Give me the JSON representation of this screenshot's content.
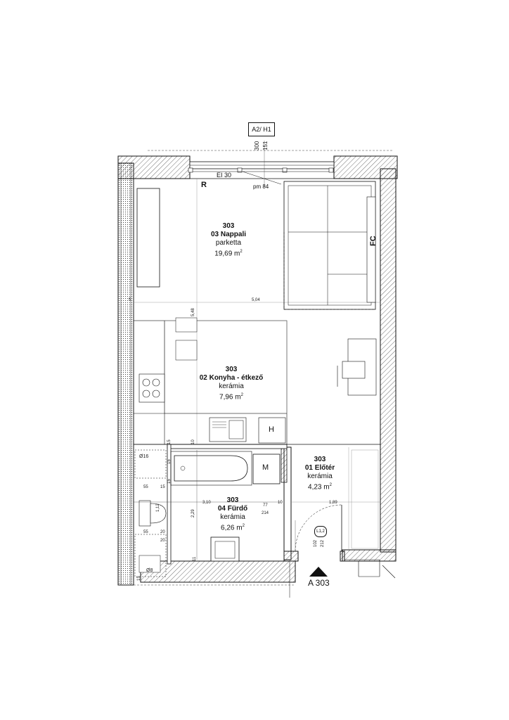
{
  "top_marker": {
    "label": "A2/ H1",
    "dims": [
      "300",
      "151"
    ]
  },
  "window_tag": "EI 30",
  "window_note": "pm 84",
  "mark_r": "R",
  "mark_fc": "FC",
  "mark_h": "H",
  "mark_m": "M",
  "rooms": [
    {
      "id": "nappali",
      "number": "303",
      "name": "03 Nappali",
      "material": "parketta",
      "area": "19,69 m",
      "sup": "2"
    },
    {
      "id": "konyha",
      "number": "303",
      "name": "02 Konyha - étkező",
      "material": "kerámia",
      "area": "7,96 m",
      "sup": "2"
    },
    {
      "id": "eloter",
      "number": "303",
      "name": "01 Előtér",
      "material": "kerámia",
      "area": "4,23 m",
      "sup": "2"
    },
    {
      "id": "furdo",
      "number": "303",
      "name": "04 Fürdő",
      "material": "kerámia",
      "area": "6,26 m",
      "sup": "2"
    }
  ],
  "dims": {
    "width_504": "5,04",
    "height_548": "5,48",
    "d15a": "15",
    "d10a": "10",
    "d15b": "15",
    "d10b": "15",
    "d55a": "55",
    "d15c": "15",
    "d55b": "55",
    "d20a": "20",
    "d20b": "20",
    "d15d": "15",
    "d112": "1,12",
    "d310": "3,10",
    "d229": "2,29",
    "d77": "77",
    "d10c": "10",
    "d214": "214",
    "d189": "1,89",
    "d102": "102",
    "d212": "212",
    "d11": "11",
    "d5": "5"
  },
  "pipe_16": "Ø16",
  "pipe_8": "Ø8",
  "door_tag": "L1,2",
  "section_label": "A 303"
}
